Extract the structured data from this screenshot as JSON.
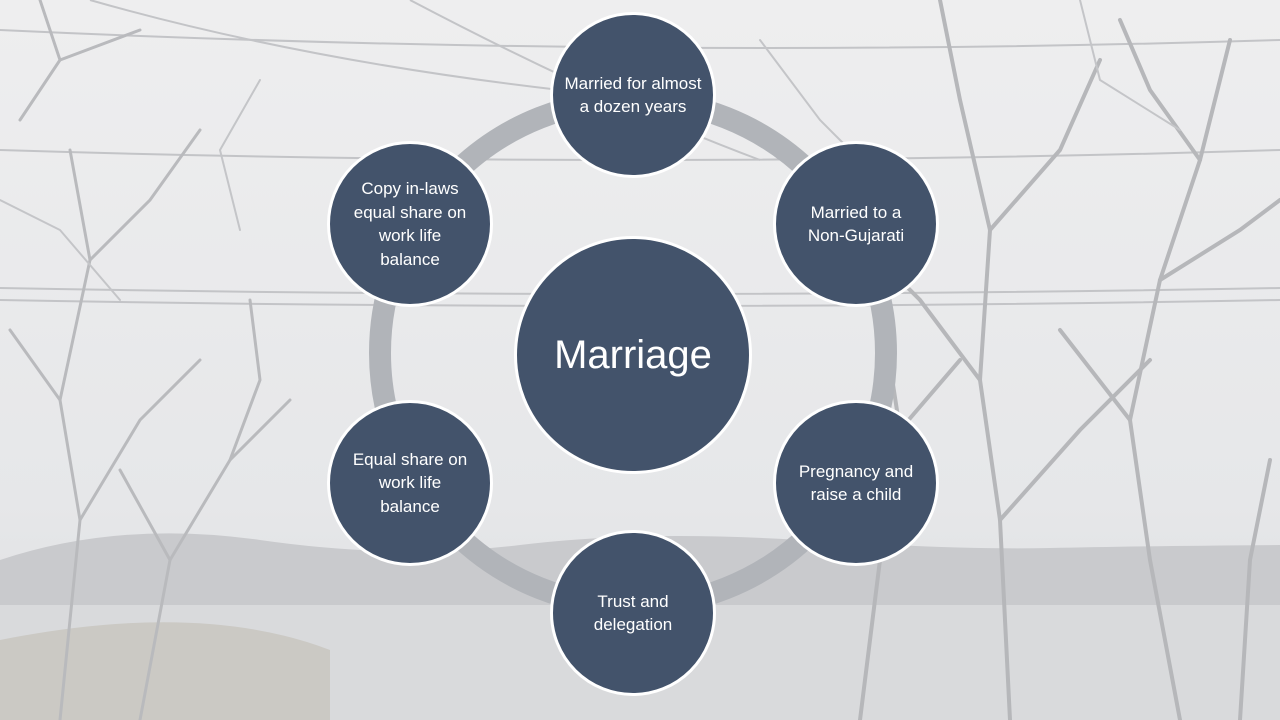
{
  "diagram": {
    "center": {
      "label": "Marriage"
    },
    "nodes": [
      {
        "label": "Married for almost a dozen years"
      },
      {
        "label": "Married to a Non-Gujarati"
      },
      {
        "label": "Pregnancy and raise a child"
      },
      {
        "label": "Trust and delegation"
      },
      {
        "label": "Equal share on work life balance"
      },
      {
        "label": "Copy in-laws equal share on work life balance"
      }
    ]
  },
  "colors": {
    "node_fill": "#43536b",
    "node_border": "#ffffff",
    "ring": "#b1b4b9",
    "background": "#e4e5e7"
  }
}
